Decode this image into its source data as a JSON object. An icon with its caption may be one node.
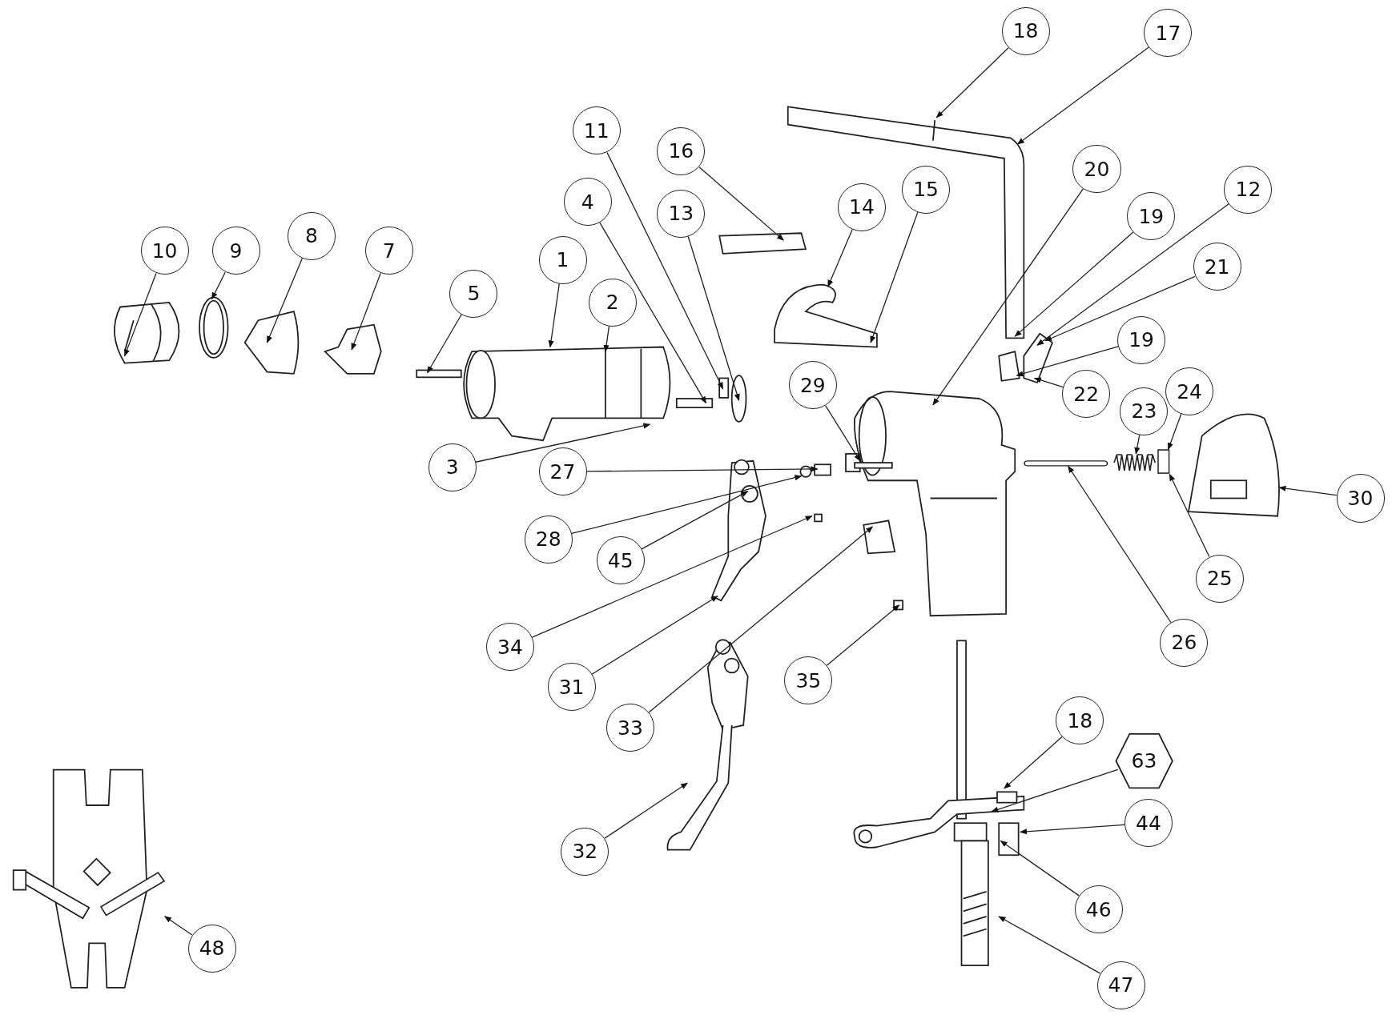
{
  "diagram": {
    "nodes": [
      {
        "text": [
          "18"
        ]
      },
      {
        "text": [
          "17"
        ]
      },
      {
        "text": [
          "11"
        ]
      },
      {
        "text": [
          "16"
        ]
      },
      {
        "text": [
          "20"
        ]
      },
      {
        "text": [
          "12"
        ]
      },
      {
        "text": [
          "4"
        ]
      },
      {
        "text": [
          "13"
        ]
      },
      {
        "text": [
          "14"
        ]
      },
      {
        "text": [
          "15"
        ]
      },
      {
        "text": [
          "19"
        ]
      },
      {
        "text": [
          "10"
        ]
      },
      {
        "text": [
          "9"
        ]
      },
      {
        "text": [
          "8"
        ]
      },
      {
        "text": [
          "7"
        ]
      },
      {
        "text": [
          "1"
        ]
      },
      {
        "text": [
          "21"
        ]
      },
      {
        "text": [
          "5"
        ]
      },
      {
        "text": [
          "2"
        ]
      },
      {
        "text": [
          "19"
        ]
      },
      {
        "text": [
          "29"
        ]
      },
      {
        "text": [
          "24"
        ]
      },
      {
        "text": [
          "22"
        ]
      },
      {
        "text": [
          "23"
        ]
      },
      {
        "text": [
          "3"
        ]
      },
      {
        "text": [
          "27"
        ]
      },
      {
        "text": [
          "30"
        ]
      },
      {
        "text": [
          "28"
        ]
      },
      {
        "text": [
          "45"
        ]
      },
      {
        "text": [
          "25"
        ]
      },
      {
        "text": [
          "34"
        ]
      },
      {
        "text": [
          "26"
        ]
      },
      {
        "text": [
          "35"
        ]
      },
      {
        "text": [
          "31"
        ]
      },
      {
        "text": [
          "33"
        ]
      },
      {
        "text": [
          "18"
        ]
      },
      {
        "text": [
          "63"
        ]
      },
      {
        "text": [
          "44"
        ]
      },
      {
        "text": [
          "32"
        ]
      },
      {
        "text": [
          "46"
        ]
      },
      {
        "text": [
          "48"
        ]
      },
      {
        "text": [
          "47"
        ]
      },
      {
        "text": [],
        "shape": "picture"
      },
      {
        "text": [],
        "shape": "box"
      },
      {
        "text": [],
        "shape": "bar"
      },
      {
        "text": [],
        "shape": "picture"
      }
    ],
    "edges": [
      {
        "from": 0,
        "to": null,
        "arrow": "to"
      },
      {
        "from": 1,
        "to": null,
        "arrow": "to"
      },
      {
        "from": 2,
        "to": null,
        "arrow": "to"
      },
      {
        "from": 3,
        "to": null,
        "arrow": "to"
      },
      {
        "from": 4,
        "to": null,
        "arrow": "to"
      },
      {
        "from": 5,
        "to": null,
        "arrow": "to"
      },
      {
        "from": 6,
        "to": null,
        "arrow": "to"
      },
      {
        "from": 7,
        "to": null,
        "arrow": "to"
      },
      {
        "from": 8,
        "to": null,
        "arrow": "to"
      },
      {
        "from": 9,
        "to": null,
        "arrow": "to"
      },
      {
        "from": 10,
        "to": null,
        "arrow": "to"
      },
      {
        "from": 11,
        "to": null,
        "arrow": "to"
      },
      {
        "from": 12,
        "to": null,
        "arrow": "to"
      },
      {
        "from": 13,
        "to": null,
        "arrow": "to"
      },
      {
        "from": 14,
        "to": null,
        "arrow": "to"
      },
      {
        "from": 15,
        "to": null,
        "arrow": "to"
      },
      {
        "from": 16,
        "to": null,
        "arrow": "to"
      },
      {
        "from": 17,
        "to": null,
        "arrow": "to"
      },
      {
        "from": 18,
        "to": null,
        "arrow": "to"
      },
      {
        "from": 19,
        "to": null,
        "arrow": "to"
      },
      {
        "from": 20,
        "to": null,
        "arrow": "to"
      },
      {
        "from": 21,
        "to": 43,
        "arrow": "to"
      },
      {
        "from": 22,
        "to": null,
        "arrow": "to"
      },
      {
        "from": 23,
        "to": 42,
        "arrow": "to"
      },
      {
        "from": 24,
        "to": null,
        "arrow": "to"
      },
      {
        "from": 25,
        "to": null,
        "arrow": "to"
      },
      {
        "from": 26,
        "to": null,
        "arrow": "to"
      },
      {
        "from": 27,
        "to": null,
        "arrow": "to"
      },
      {
        "from": 28,
        "to": null,
        "arrow": "to"
      },
      {
        "from": 29,
        "to": 43,
        "arrow": "to"
      },
      {
        "from": 30,
        "to": null,
        "arrow": "to"
      },
      {
        "from": 31,
        "to": 44,
        "arrow": "to"
      },
      {
        "from": 32,
        "to": null,
        "arrow": "to"
      },
      {
        "from": 33,
        "to": null,
        "arrow": "to"
      },
      {
        "from": 34,
        "to": null,
        "arrow": "to"
      },
      {
        "from": 35,
        "to": null,
        "arrow": "to"
      },
      {
        "from": 36,
        "to": null,
        "arrow": "to"
      },
      {
        "from": 37,
        "to": null,
        "arrow": "to"
      },
      {
        "from": 38,
        "to": null,
        "arrow": "to"
      },
      {
        "from": 39,
        "to": null,
        "arrow": "to"
      },
      {
        "from": 40,
        "to": 45,
        "arrow": "to"
      },
      {
        "from": 41,
        "to": null,
        "arrow": "to"
      }
    ]
  }
}
